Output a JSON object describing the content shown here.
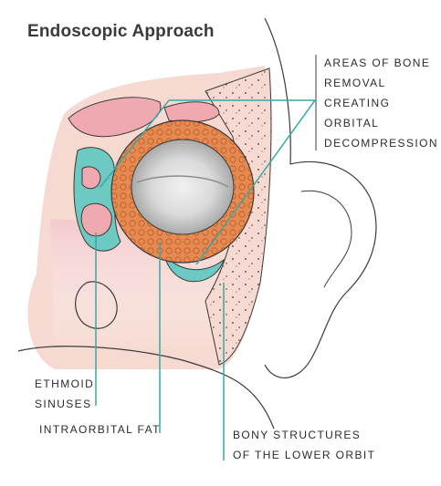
{
  "title": "Endoscopic Approach",
  "labels": {
    "bone_removal": [
      "AREAS OF BONE",
      "REMOVAL",
      "CREATING",
      "ORBITAL",
      "DECOMPRESSION"
    ],
    "ethmoid": [
      "ETHMOID",
      "SINUSES"
    ],
    "fat": [
      "INTRAORBITAL FAT"
    ],
    "bony": [
      "BONY STRUCTURES",
      "OF THE LOWER ORBIT"
    ]
  },
  "colors": {
    "skin": "#f6d9d0",
    "pink": "#f1a9b1",
    "teal": "#6ccac2",
    "orange": "#e68a52",
    "leader": "#3aa7a5",
    "outline": "#3b3b3b"
  }
}
